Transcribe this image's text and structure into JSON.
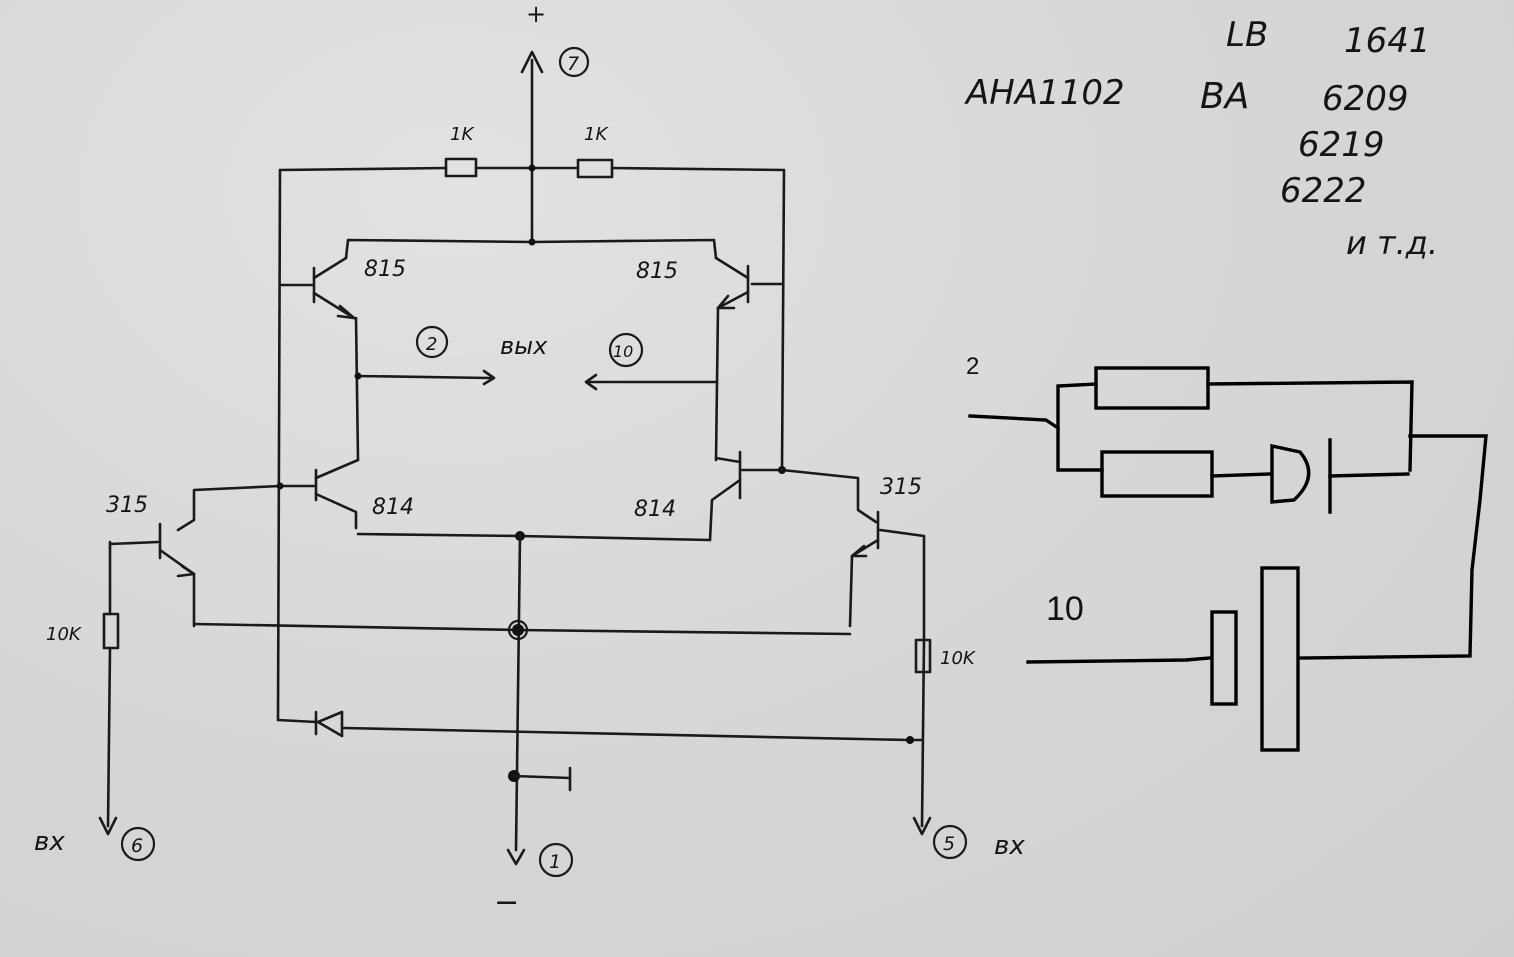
{
  "handwritten": {
    "plus": "+",
    "minus": "−",
    "res_top_left": "1K",
    "res_top_right": "1K",
    "q_top_left": "815",
    "q_top_right": "815",
    "q_bot_left": "814",
    "q_bot_right": "814",
    "q_in_left": "315",
    "q_in_right": "315",
    "res_in_left": "10K",
    "res_in_right": "10K",
    "out_label": "вых",
    "in_left": "вх",
    "in_right": "вх"
  },
  "pins": {
    "supply_pos": "7",
    "out_a": "2",
    "out_b": "10",
    "in_left": "6",
    "in_right": "5",
    "ground": "1"
  },
  "notes": {
    "line1_b": "LB",
    "line1_c": "1641",
    "line2_a": "АНА1102",
    "line2_b": "ВА",
    "line2_c": "6209",
    "line3": "6219",
    "line4": "6222",
    "line5": "и т.д."
  },
  "typed": {
    "pin_2": "2",
    "pin_10": "10"
  },
  "colors": {
    "paper": "#d9d9d9",
    "ink": "#1a1a1a",
    "typed_ink": "#000000"
  }
}
